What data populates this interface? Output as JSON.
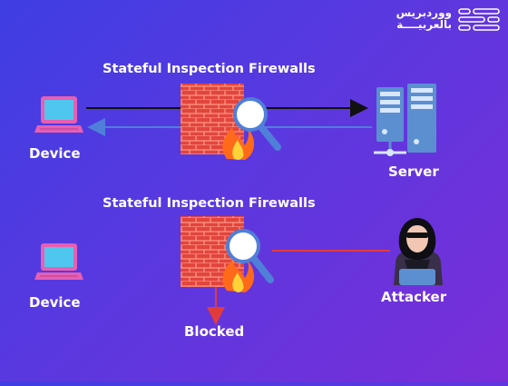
{
  "brand": {
    "line1": "ووردبريس",
    "line2": "بالعربيــــة"
  },
  "scenario_allowed": {
    "title": "Stateful Inspection Firewalls",
    "device_label": "Device",
    "server_label": "Server"
  },
  "scenario_blocked": {
    "title": "Stateful Inspection Firewalls",
    "device_label": "Device",
    "attacker_label": "Attacker",
    "blocked_label": "Blocked"
  },
  "colors": {
    "background_start": "#3e3ee3",
    "background_end": "#7a2ed8",
    "brick": "#e2453c",
    "flame": "#ff6a1a",
    "laptop": "#e65fb3",
    "laptop_screen": "#4fc6ee",
    "server": "#5b8fd0",
    "request_arrow": "#111111",
    "response_arrow": "#4f7fd8",
    "attack_line": "#e23b3b"
  }
}
